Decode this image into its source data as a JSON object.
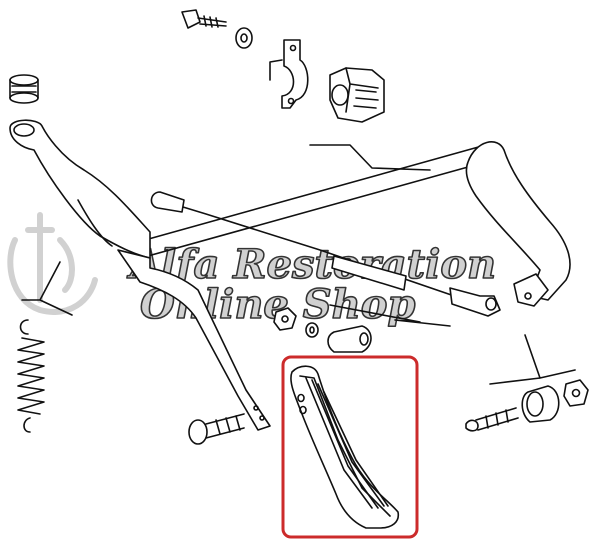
{
  "diagram": {
    "kind": "exploded parts diagram - accelerator pedal linkage",
    "highlight_color": "#cc2b2b",
    "line_color": "#111111"
  },
  "watermark": {
    "line1": "Alfa Restoration",
    "line2": "Online Shop",
    "color": "#c9c9c9"
  }
}
